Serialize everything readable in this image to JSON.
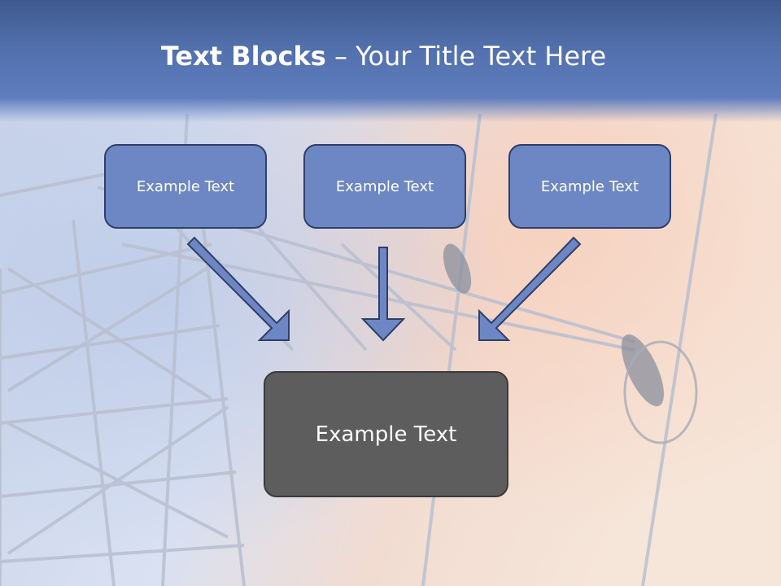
{
  "slide": {
    "title_bold": "Text Blocks",
    "title_rest": " – Your Title Text Here",
    "boxes": [
      {
        "label": "Example Text"
      },
      {
        "label": "Example Text"
      },
      {
        "label": "Example Text"
      }
    ],
    "target_box": {
      "label": "Example Text"
    }
  },
  "colors": {
    "header": "#5270ad",
    "box_fill": "#6d87c4",
    "box_border": "#2e3f69",
    "target_fill": "#5d5d5d",
    "arrow_fill": "#6d87c4"
  }
}
